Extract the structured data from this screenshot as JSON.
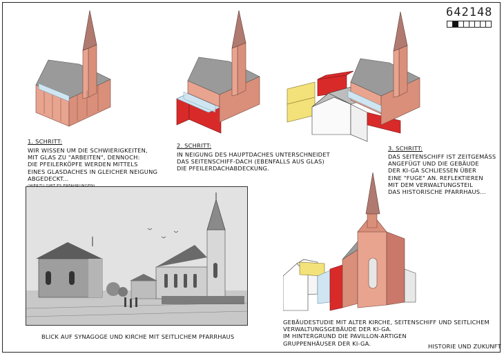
{
  "plan_number": "642148",
  "plan_boxes": [
    false,
    true,
    false,
    false,
    false,
    false,
    false,
    false
  ],
  "step1": {
    "heading": "1. SCHRITT:",
    "lines": [
      "WIR WISSEN UM DIE SCHWIERIGKEITEN,",
      "MIT GLAS ZU \"ARBEITEN\", DENNOCH:",
      "DIE PFEILERKÖPFE WERDEN MITTELS",
      "EINES GLASDACHES IN GLEICHER NEIGUNG",
      "ABGEDECKT..."
    ],
    "note": "(HIERZU GIBT ES ERFAHRUNGEN)"
  },
  "step2": {
    "heading": "2. SCHRITT:",
    "lines": [
      "IN NEIGUNG DES HAUPTDACHES UNTERSCHNEIDET",
      "DAS SEITENSCHIFF-DACH (EBENFALLS AUS GLAS)",
      "DIE PFEILERDACHABDECKUNG."
    ]
  },
  "step3": {
    "heading": "3. SCHRITT:",
    "lines": [
      "DAS SEITENSCHIFF IST ZEITGEMÄß",
      "ANGEFÜGT UND DIE GEBÄUDE",
      "DER KI-GA SCHLIEßEN ÜBER",
      "EINE \"FUGE\" AN. REFLEKTIEREN",
      "MIT DEM VERWALTUNGSTEIL",
      "DAS HISTORISCHE PFARRHAUS..."
    ]
  },
  "photo_caption": "BLICK AUF SYNAGOGE UND KIRCHE MIT SEITLICHEM PFARRHAUS",
  "study_caption": [
    "GEBÄUDESTUDIE MIT ALTER KIRCHE, SEITENSCHIFF UND SEITLICHEM",
    "VERWALTUNGSGEBÄUDE DER KI-GA.",
    "IM HINTERGRUND DIE PAVILLON-ARTIGEN",
    "GRUPPENHÄUSER DER KI-GA."
  ],
  "footer": "HISTORIE UND ZUKUNFT",
  "colors": {
    "brick": "#e8a48f",
    "brick_dark": "#c9786a",
    "roof": "#9a9a9a",
    "glass": "#cfe6f2",
    "red": "#d92a2a",
    "yellow": "#f3e27a"
  }
}
